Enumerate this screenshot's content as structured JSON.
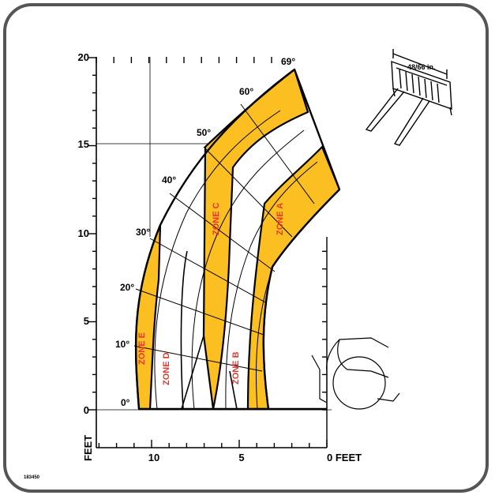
{
  "chart_data": {
    "type": "load-zone-diagram",
    "y_axis": {
      "unit": "FEET",
      "ticks": [
        "0",
        "5",
        "10",
        "15",
        "20"
      ]
    },
    "x_axis": {
      "unit": "0 FEET",
      "ticks": [
        "10",
        "5"
      ]
    },
    "angles": [
      "0°",
      "10°",
      "20°",
      "30°",
      "40°",
      "50°",
      "60°",
      "69°"
    ],
    "zones": [
      "ZONE A",
      "ZONE B",
      "ZONE C",
      "ZONE D",
      "ZONE E"
    ],
    "fork_width": "48/66 in.",
    "zone_color": "#fbbf22",
    "zone_label_color": "#e8372a"
  },
  "figure_code": "183450"
}
